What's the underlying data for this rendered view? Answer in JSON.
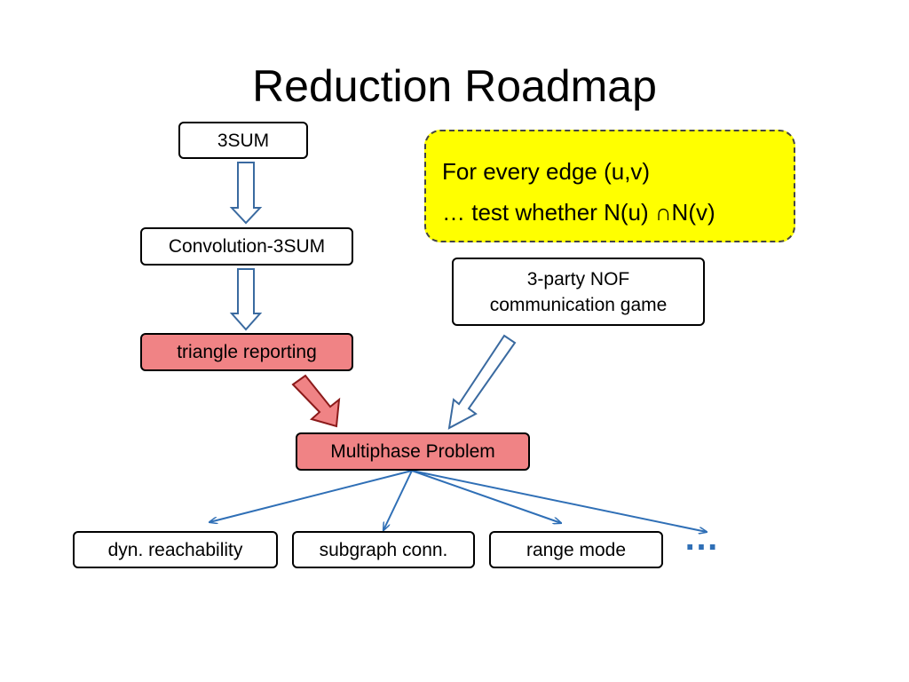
{
  "title": "Reduction Roadmap",
  "nodes": {
    "threesum": "3SUM",
    "convolution": "Convolution-3SUM",
    "triangle": "triangle reporting",
    "nof_line1": "3-party NOF",
    "nof_line2": "communication game",
    "multiphase": "Multiphase Problem",
    "dyn": "dyn. reachability",
    "subgraph": "subgraph conn.",
    "range": "range mode"
  },
  "note": {
    "line1": "For every edge (u,v)",
    "line2": "… test whether N(u) ∩N(v)"
  },
  "ellipsis": "…",
  "colors": {
    "highlight_red": "#f08385",
    "note_yellow": "#ffff00",
    "arrow_blue": "#2f6fb6",
    "hollow_arrow_outline": "#3a6aa0"
  }
}
